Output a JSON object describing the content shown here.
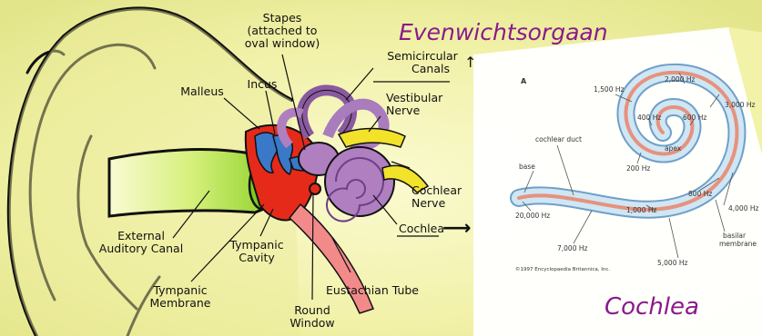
{
  "titles": {
    "vestibular_organ": "Evenwichtsorgaan",
    "cochlea": "Cochlea"
  },
  "labels": {
    "stapes_1": "Stapes",
    "stapes_2": "(attached to",
    "stapes_3": "oval window)",
    "semicircular_1": "Semicircular",
    "semicircular_2": "Canals",
    "incus": "Incus",
    "malleus": "Malleus",
    "vestibular_1": "Vestibular",
    "vestibular_2": "Nerve",
    "cochlear_1": "Cochlear",
    "cochlear_2": "Nerve",
    "cochlea": "Cochlea",
    "external_1": "External",
    "external_2": "Auditory Canal",
    "tympanic_cavity_1": "Tympanic",
    "tympanic_cavity_2": "Cavity",
    "tympanic_membrane_1": "Tympanic",
    "tympanic_membrane_2": "Membrane",
    "round_window_1": "Round",
    "round_window_2": "Window",
    "eustachian": "Eustachian Tube"
  },
  "arrows": {
    "up": "↑",
    "right": "⟶"
  },
  "cochlea_diagram": {
    "panel_letter": "A",
    "cochlear_duct": "cochlear duct",
    "base": "base",
    "apex": "apex",
    "basilar_1": "basilar",
    "basilar_2": "membrane",
    "copyright": "©1997 Encyclopaedia Britannica, Inc.",
    "freq_labels": [
      "20,000 Hz",
      "7,000 Hz",
      "5,000 Hz",
      "1,000 Hz",
      "800 Hz",
      "4,000 Hz",
      "3,000 Hz",
      "2,000 Hz",
      "1,500 Hz",
      "400 Hz",
      "600 Hz",
      "200 Hz"
    ]
  },
  "colors": {
    "background_yellow": "#f1f1a8",
    "semicircular_purple": "#b07fc0",
    "middle_ear_red": "#e52a1a",
    "canal_green": "#a8e03a",
    "ossicle_blue": "#3a78c8",
    "title_purple": "#8a1a8a"
  }
}
